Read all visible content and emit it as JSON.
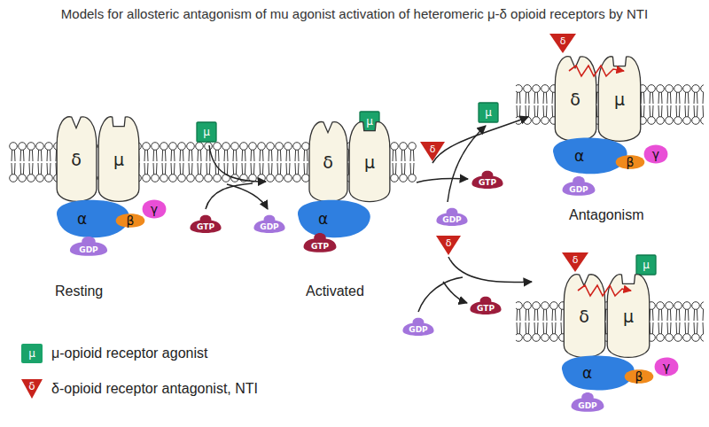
{
  "diagram": {
    "title": "Models for allosteric antagonism of mu agonist activation of heteromeric μ-δ opioid receptors by NTI",
    "nodes": [
      {
        "text": [
          "δ"
        ]
      },
      {
        "text": [
          "μ"
        ]
      },
      {
        "text": [
          "α"
        ]
      },
      {
        "text": [
          "β"
        ]
      },
      {
        "text": [
          "γ"
        ]
      },
      {
        "text": [
          "GDP"
        ]
      },
      {
        "text": [
          "μ"
        ]
      },
      {
        "text": [
          "GTP"
        ]
      },
      {
        "text": [
          "GDP"
        ]
      },
      {
        "text": [
          "μ"
        ]
      },
      {
        "text": [
          "δ"
        ]
      },
      {
        "text": [
          "μ"
        ]
      },
      {
        "text": [
          "α"
        ]
      },
      {
        "text": [
          "GTP"
        ]
      },
      {
        "text": [
          "μ"
        ]
      },
      {
        "text": [
          "δ"
        ]
      },
      {
        "text": [
          "GTP"
        ]
      },
      {
        "text": [
          "GDP"
        ]
      },
      {
        "text": [
          "δ"
        ]
      },
      {
        "text": [
          "δ"
        ]
      },
      {
        "text": [
          "μ"
        ]
      },
      {
        "text": [
          "α"
        ]
      },
      {
        "text": [
          "β"
        ]
      },
      {
        "text": [
          "γ"
        ]
      },
      {
        "text": [
          "GDP"
        ]
      },
      {
        "text": [
          "δ"
        ]
      },
      {
        "text": [
          "GTP"
        ]
      },
      {
        "text": [
          "GDP"
        ]
      },
      {
        "text": [
          "δ"
        ]
      },
      {
        "text": [
          "μ"
        ]
      },
      {
        "text": [
          "δ"
        ]
      },
      {
        "text": [
          "μ"
        ]
      },
      {
        "text": [
          "α"
        ]
      },
      {
        "text": [
          "β"
        ]
      },
      {
        "text": [
          "γ"
        ]
      },
      {
        "text": [
          "GDP"
        ]
      }
    ],
    "labels": [
      "Resting",
      "Activated",
      "Antagonism",
      "μ",
      "δ"
    ],
    "legend": [
      {
        "text": "μ-opioid receptor agonist",
        "color": "#1aa36a"
      },
      {
        "text": "δ-opioid receptor antagonist, NTI"
      }
    ]
  }
}
